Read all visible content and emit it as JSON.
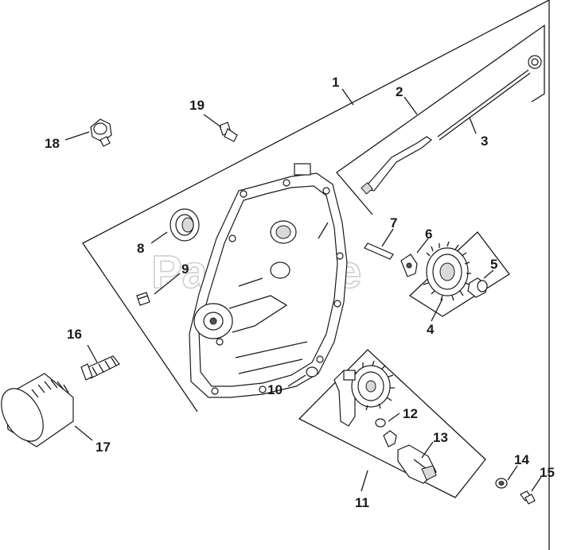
{
  "diagram": {
    "watermark": "PartsTree",
    "callouts": {
      "p1": "1",
      "p2": "2",
      "p3": "3",
      "p4": "4",
      "p5": "5",
      "p6": "6",
      "p7": "7",
      "p8": "8",
      "p9": "9",
      "p10": "10",
      "p11": "11",
      "p12": "12",
      "p13": "13",
      "p14": "14",
      "p15": "15",
      "p16": "16",
      "p17": "17",
      "p18": "18",
      "p19": "19"
    }
  }
}
